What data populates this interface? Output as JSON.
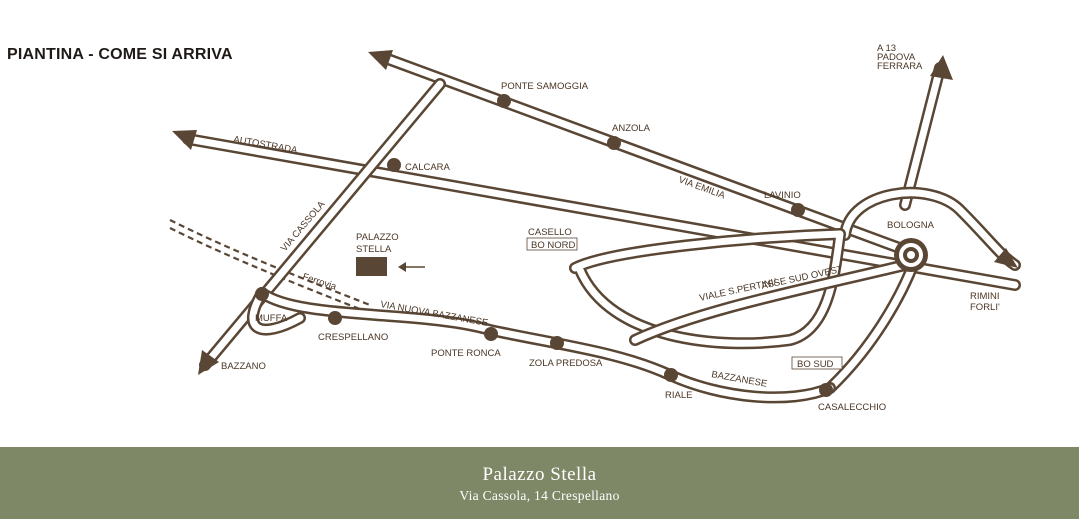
{
  "title": "PIANTINA - COME SI ARRIVA",
  "destination": {
    "name_line1": "PALAZZO",
    "name_line2": "STELLA"
  },
  "roads": {
    "autostrada": "AUTOSTRADA",
    "via_emilia": "VIA EMILIA",
    "via_cassola": "VIA CASSOLA",
    "via_nuova_bazzanese": "VIA NUOVA BAZZANESE",
    "viale_pertini": "VIALE S.PERTINI/",
    "asse_sud_ovest": "ASSE SUD OVEST",
    "bazzanese": "BAZZANESE",
    "ferrovia": "Ferrovia"
  },
  "exits": {
    "bo_nord_label": "CASELLO",
    "bo_nord_box": "BO NORD",
    "bo_sud_box": "BO  SUD"
  },
  "places": {
    "ponte_samoggia": "PONTE SAMOGGIA",
    "anzola": "ANZOLA",
    "lavinio": "LAVINIO",
    "calcara": "CALCARA",
    "bologna": "BOLOGNA",
    "muffa": "MUFFA",
    "crespellano": "CRESPELLANO",
    "ponte_ronca": "PONTE RONCA",
    "zola_predosa": "ZOLA PREDOSA",
    "riale": "RIALE",
    "casalecchio": "CASALECCHIO",
    "bazzano": "BAZZANO"
  },
  "directions": {
    "north_line1": "A 13",
    "north_line2": "PADOVA",
    "north_line3": "FERRARA",
    "east_line1": "RIMINI",
    "east_line2": "FORLI'"
  },
  "footer": {
    "name": "Palazzo Stella",
    "address": "Via Cassola, 14 Crespellano"
  },
  "colors": {
    "road": "#5a4634",
    "footer_band": "#7e8766",
    "text": "#4a3626"
  }
}
